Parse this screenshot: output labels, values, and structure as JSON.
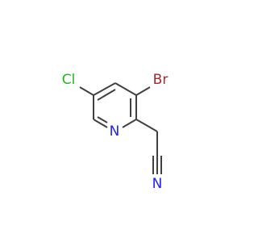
{
  "molecule": {
    "atoms": {
      "chlorine": {
        "label": "Cl",
        "color": "#1fb81f"
      },
      "bromine": {
        "label": "Br",
        "color": "#a52a2a"
      },
      "ring_nitrogen": {
        "label": "N",
        "color": "#2020ff"
      },
      "nitrile_nitrogen": {
        "label": "N",
        "color": "#2020ff"
      }
    },
    "bond_color": "#404040"
  }
}
